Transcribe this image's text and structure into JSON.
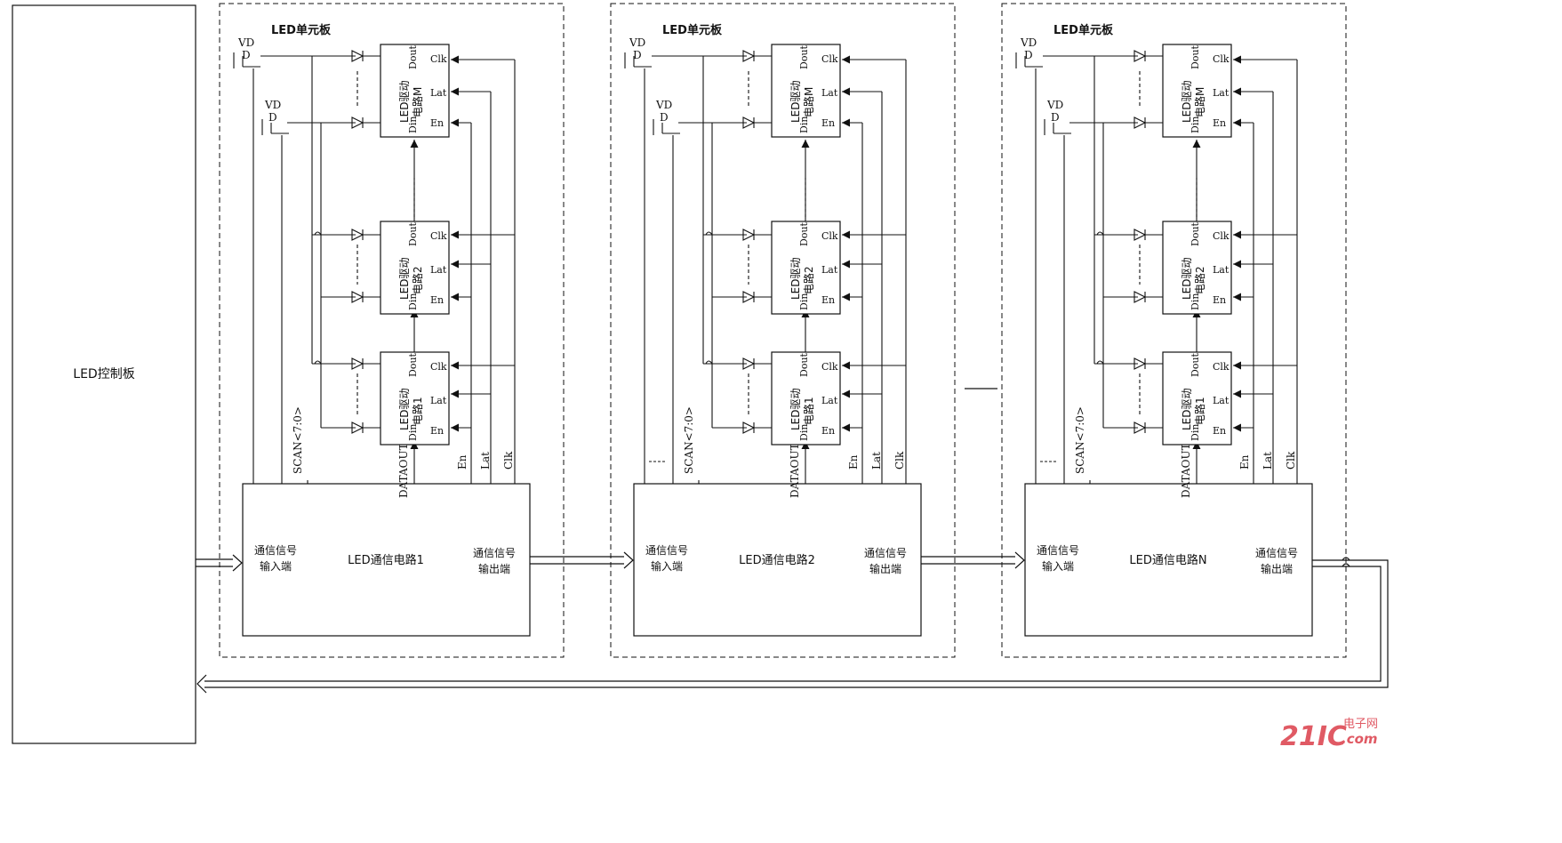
{
  "control_board": {
    "label": "LED控制板"
  },
  "unit_board_label": "LED单元板",
  "boards": [
    {
      "comm_circuit": "LED通信电路1",
      "vdd_top": "VD",
      "vdd_top_2": "D",
      "vdd_mid": "VD",
      "vdd_mid_2": "D"
    },
    {
      "comm_circuit": "LED通信电路2",
      "vdd_top": "VD",
      "vdd_top_2": "D",
      "vdd_mid": "VD",
      "vdd_mid_2": "D"
    },
    {
      "comm_circuit": "LED通信电路N",
      "vdd_top": "VD",
      "vdd_top_2": "D",
      "vdd_mid": "VD",
      "vdd_mid_2": "D"
    }
  ],
  "drivers": [
    {
      "label_line1": "LED驱动",
      "label_line2": "电路M"
    },
    {
      "label_line1": "LED驱动",
      "label_line2": "电路2"
    },
    {
      "label_line1": "LED驱动",
      "label_line2": "电路1"
    }
  ],
  "pins": {
    "dout": "Dout",
    "din": "Din",
    "clk": "Clk",
    "lat": "Lat",
    "en": "En"
  },
  "signals": {
    "scan": "SCAN<7:0>",
    "dataout": "DATAOUT",
    "en": "En",
    "lat": "Lat",
    "clk": "Clk"
  },
  "comm": {
    "input_line1": "通信信号",
    "input_line2": "输入端",
    "output_line1": "通信信号",
    "output_line2": "输出端"
  },
  "watermark": {
    "main": "21IC",
    "cn": "电子网",
    "dom": ".com"
  }
}
